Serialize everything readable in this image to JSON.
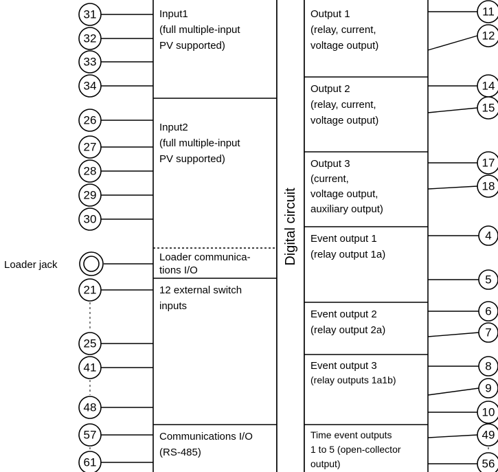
{
  "digital_circuit_label": "Digital circuit",
  "loader_jack_label": "Loader jack",
  "left_blocks": {
    "input1": [
      "Input1",
      "(full multiple-input",
      "PV supported)"
    ],
    "input2": [
      "Input2",
      "(full multiple-input",
      "PV supported)"
    ],
    "loader_comm": [
      "Loader communica-",
      "tions I/O"
    ],
    "switch_inputs": [
      "12 external switch",
      "inputs"
    ],
    "comm_io": [
      "Communications I/O",
      "(RS-485)"
    ]
  },
  "right_blocks": {
    "output1": [
      "Output 1",
      "(relay, current,",
      "voltage output)"
    ],
    "output2": [
      "Output 2",
      "(relay, current,",
      "voltage output)"
    ],
    "output3": [
      "Output 3",
      "(current,",
      "voltage output,",
      "auxiliary output)"
    ],
    "event1": [
      "Event output 1",
      "(relay output 1a)"
    ],
    "event2": [
      "Event output 2",
      "(relay output 2a)"
    ],
    "event3": [
      "Event output 3",
      "(relay outputs 1a1b)"
    ],
    "time_event": [
      "Time event outputs",
      "1 to 5 (open-collector",
      "output)"
    ]
  },
  "left_terminals": [
    "31",
    "32",
    "33",
    "34",
    "26",
    "27",
    "28",
    "29",
    "30",
    "21",
    "25",
    "41",
    "48",
    "57",
    "61"
  ],
  "right_terminals": [
    "11",
    "12",
    "14",
    "15",
    "17",
    "18",
    "4",
    "5",
    "6",
    "7",
    "8",
    "9",
    "10",
    "49",
    "56"
  ]
}
